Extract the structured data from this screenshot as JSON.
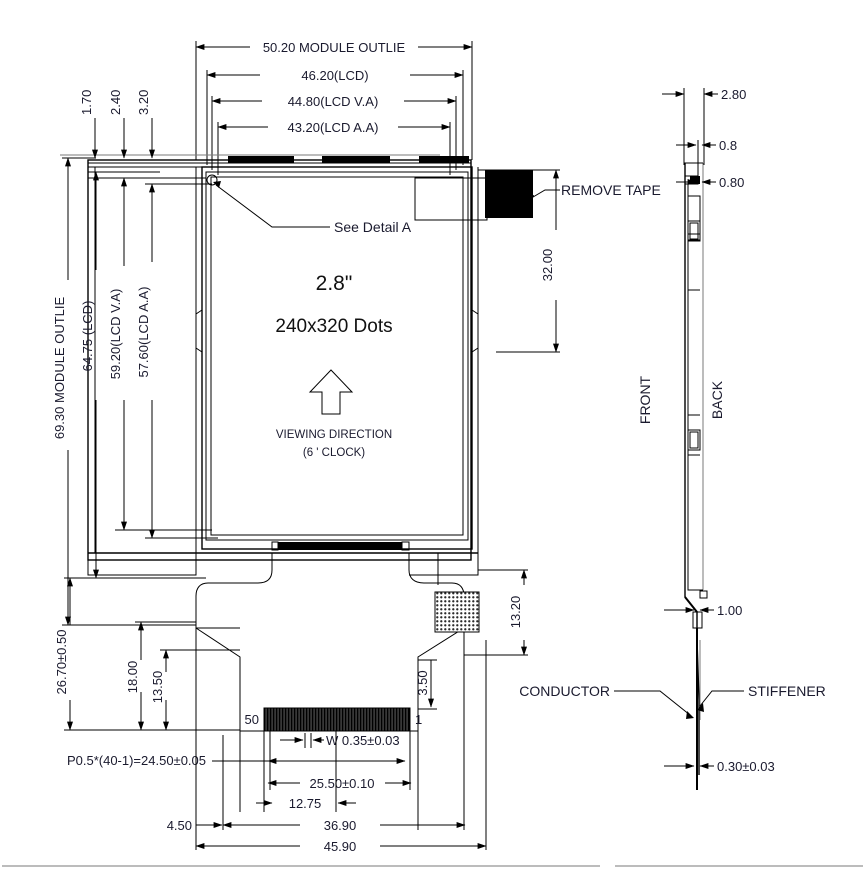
{
  "drawing": {
    "title_main": "2.8\"",
    "title_sub": "240x320 Dots",
    "viewing_direction_line1": "VIEWING DIRECTION",
    "viewing_direction_line2": "(6 ' CLOCK)",
    "detail_note": "See Detail A",
    "remove_tape": "REMOVE  TAPE",
    "conductor": "CONDUCTOR",
    "stiffener": "STIFFENER",
    "front_label": "FRONT",
    "back_label": "BACK"
  },
  "dimensions": {
    "top": [
      {
        "id": "module-outline-w",
        "value": "50.20 MODULE OUTLIE"
      },
      {
        "id": "lcd-w",
        "value": "46.20(LCD)"
      },
      {
        "id": "lcd-va-w",
        "value": "44.80(LCD V.A)"
      },
      {
        "id": "lcd-aa-w",
        "value": "43.20(LCD A.A)"
      }
    ],
    "top_left_offsets": [
      {
        "id": "offset-1",
        "value": "1.70"
      },
      {
        "id": "offset-2",
        "value": "2.40"
      },
      {
        "id": "offset-3",
        "value": "3.20"
      }
    ],
    "left": [
      {
        "id": "module-outline-h",
        "value": "69.30 MODULE OUTLIE"
      },
      {
        "id": "lcd-h",
        "value": "64.75 (LCD)"
      },
      {
        "id": "lcd-va-h",
        "value": "59.20(LCD V.A)"
      },
      {
        "id": "lcd-aa-h",
        "value": "57.60(LCD A.A)"
      }
    ],
    "right_main": [
      {
        "id": "tape-h",
        "value": "32.00"
      },
      {
        "id": "fpc-h",
        "value": "13.20"
      },
      {
        "id": "fpc-step",
        "value": "3.50"
      }
    ],
    "bottom_left": [
      {
        "id": "tail-h",
        "value": "26.70±0.50"
      },
      {
        "id": "tail-h2",
        "value": "18.00"
      },
      {
        "id": "tail-h3",
        "value": "13.50"
      }
    ],
    "bottom": [
      {
        "id": "pitch",
        "value": "P0.5*(40-1)=24.50±0.05"
      },
      {
        "id": "pad-w",
        "value": "W 0.35±0.03"
      },
      {
        "id": "fpc-contact-w",
        "value": "25.50±0.10"
      },
      {
        "id": "half-w",
        "value": "12.75"
      },
      {
        "id": "edge-offset",
        "value": "4.50"
      },
      {
        "id": "fpc-inner-w",
        "value": "36.90"
      },
      {
        "id": "fpc-outer-w",
        "value": "45.90"
      }
    ],
    "pins": [
      {
        "id": "pin-50",
        "value": "50"
      },
      {
        "id": "pin-1",
        "value": "1"
      }
    ],
    "side_view": [
      {
        "id": "total-thickness",
        "value": "2.80"
      },
      {
        "id": "glass-step-1",
        "value": "0.8"
      },
      {
        "id": "glass-step-2",
        "value": "0.80"
      },
      {
        "id": "bend-offset",
        "value": "1.00"
      },
      {
        "id": "fpc-thickness",
        "value": "0.30±0.03"
      }
    ]
  },
  "colors": {
    "line": "#000000",
    "dim_text": "#1a1a2e",
    "background": "#ffffff",
    "tape_fill": "#000000",
    "hatch_fill": "#3a3a3a"
  }
}
